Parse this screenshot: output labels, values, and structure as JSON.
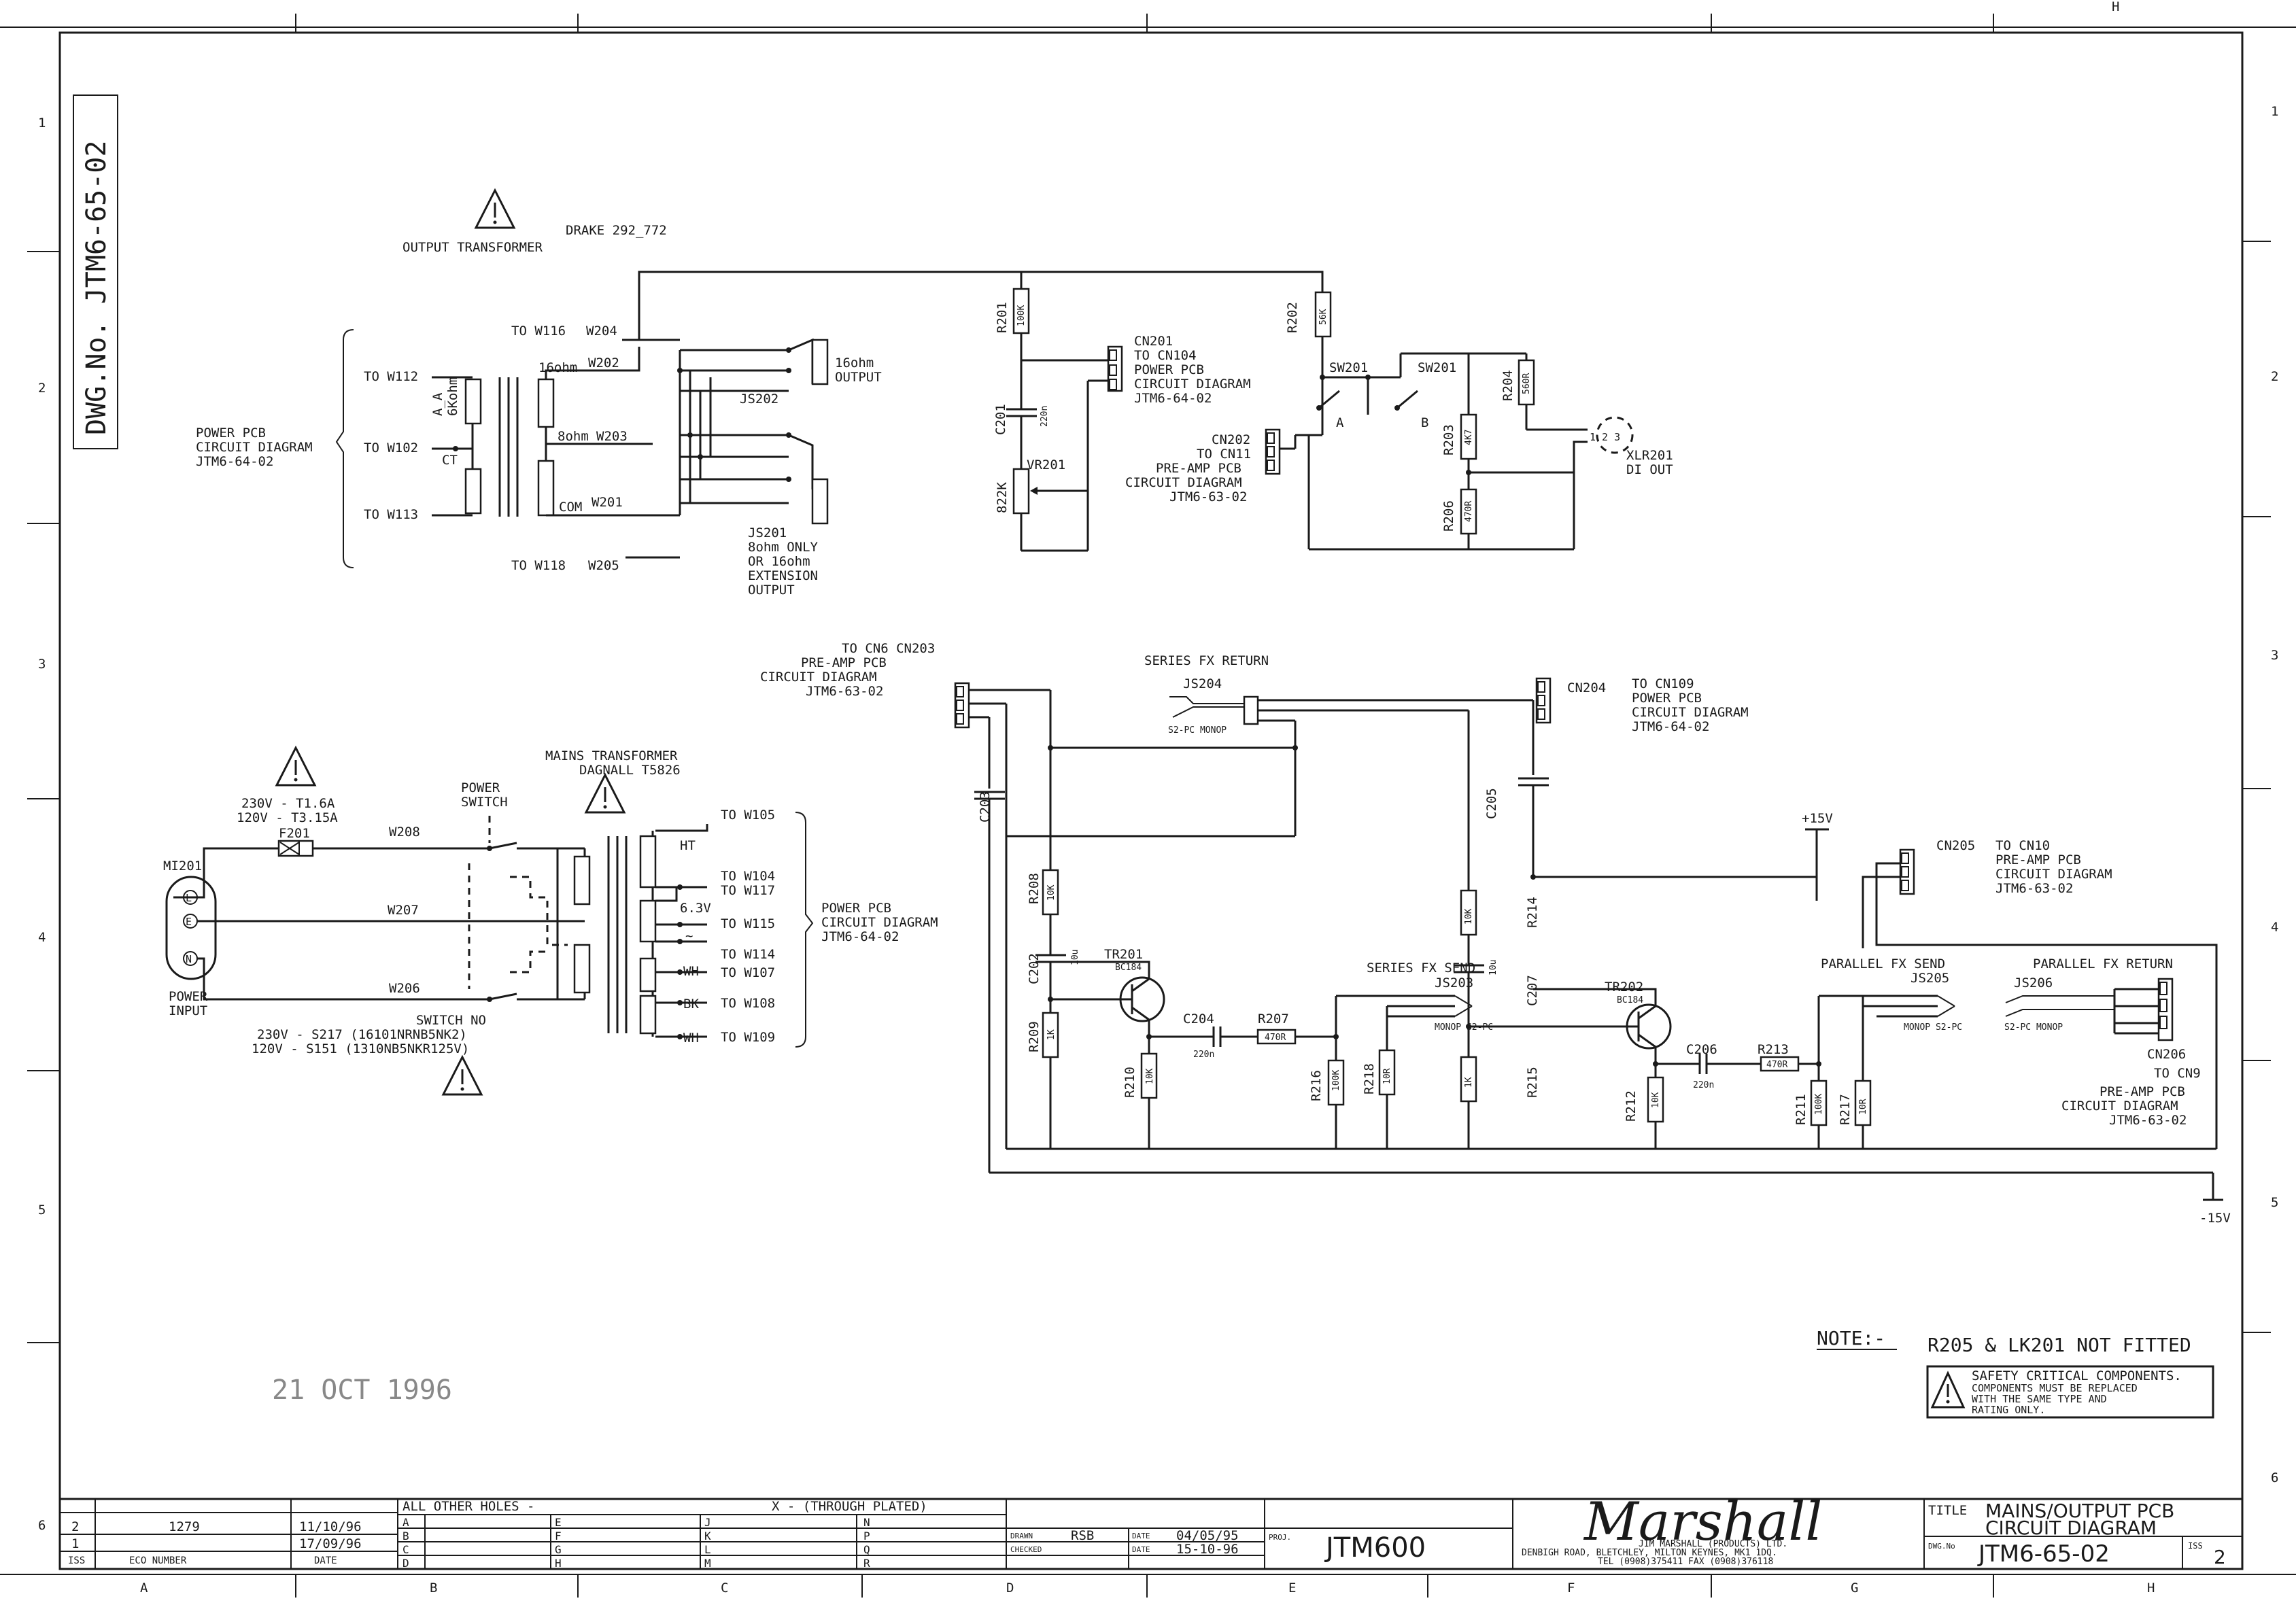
{
  "zone_letters": [
    "A",
    "B",
    "C",
    "D",
    "E",
    "F",
    "G",
    "H"
  ],
  "zone_numbers": [
    "1",
    "2",
    "3",
    "4",
    "5",
    "6"
  ],
  "side_label": "DWG.No. JTM6-65-02",
  "top_section": {
    "output_transformer": "OUTPUT TRANSFORMER",
    "drake": "DRAKE 292_772",
    "to_w112": "TO W112",
    "to_w102": "TO W102",
    "to_w113": "TO W113",
    "to_w116": "TO W116",
    "w204": "W204",
    "to_w118": "TO W118",
    "w205": "W205",
    "ohm16": "16ohm",
    "w202": "W202",
    "ohm8": "8ohm",
    "w203": "W203",
    "com": "COM",
    "w201": "W201",
    "sixk": "6Kohm",
    "aa": "A_A",
    "ct": "CT",
    "power_pcb": [
      "POWER PCB",
      "CIRCUIT DIAGRAM",
      "JTM6-64-02"
    ],
    "js202": "JS202",
    "out16": [
      "16ohm",
      "OUTPUT"
    ],
    "js201": [
      "JS201",
      "8ohm ONLY",
      "OR 16ohm",
      "EXTENSION",
      "OUTPUT"
    ],
    "r201": "R201",
    "r201_val": "100K",
    "c201": "C201",
    "c201_val": "220n",
    "vr201": "VR201",
    "vr201_val": "822K",
    "cn201": [
      "CN201",
      "TO CN104",
      "POWER PCB",
      "CIRCUIT DIAGRAM",
      "JTM6-64-02"
    ],
    "cn202": [
      "CN202",
      "TO CN11",
      "PRE-AMP PCB",
      "CIRCUIT DIAGRAM",
      "JTM6-63-02"
    ],
    "r202": "R202",
    "r202_val": "56K",
    "sw201a": "SW201",
    "sw201b": "SW201",
    "a": "A",
    "b": "B",
    "r204": "R204",
    "r204_val": "560R",
    "r203": "R203",
    "r203_val": "4K7",
    "r206": "R206",
    "r206_val": "470R",
    "xlr_pins": "1 2 3",
    "xlr201": [
      "XLR201",
      "DI OUT"
    ]
  },
  "mains": {
    "fuse": [
      "230V - T1.6A",
      "120V - T3.15A"
    ],
    "f201": "F201",
    "mi201": "MI201",
    "l": "L",
    "e": "E",
    "n": "N",
    "power_input": [
      "POWER",
      "INPUT"
    ],
    "w208": "W208",
    "w207": "W207",
    "w206": "W206",
    "power_switch": [
      "POWER",
      "SWITCH"
    ],
    "switch_no": [
      "SWITCH NO",
      "230V - S217 (16101NRNB5NK2)",
      "120V - S151 (1310NB5NKR125V)"
    ],
    "mains_transformer": [
      "MAINS TRANSFORMER",
      "DAGNALL T5826"
    ],
    "ht": "HT",
    "v63": "6.3V",
    "wh1": "WH",
    "bk": "BK",
    "wh2": "WH",
    "to_w105": "TO W105",
    "to_w104": "TO W104",
    "to_w117": "TO W117",
    "to_w115": "TO W115",
    "to_w114": "TO W114",
    "to_w107": "TO W107",
    "to_w108": "TO W108",
    "to_w109": "TO W109",
    "power_pcb2": [
      "POWER PCB",
      "CIRCUIT DIAGRAM",
      "JTM6-64-02"
    ]
  },
  "fx": {
    "cn203": [
      "TO CN6 CN203",
      "PRE-AMP PCB",
      "CIRCUIT DIAGRAM",
      "JTM6-63-02"
    ],
    "series_return": "SERIES FX RETURN",
    "js204": "JS204",
    "js204_tags": "S2-PC MONOP",
    "cn204": "CN204",
    "cn204_to": [
      "TO CN109",
      "POWER PCB",
      "CIRCUIT DIAGRAM",
      "JTM6-64-02"
    ],
    "c203": "C203",
    "c205": "C205",
    "plus15": "+15V",
    "minus15": "-15V",
    "cn205": "CN205",
    "cn205_to": [
      "TO CN10",
      "PRE-AMP PCB",
      "CIRCUIT DIAGRAM",
      "JTM6-63-02"
    ],
    "r208": "R208",
    "c202": "C202",
    "r209": "R209",
    "tr201": "TR201",
    "tr201_type": "BC184",
    "r210": "R210",
    "c204": "C204",
    "c204_val": "220n",
    "r207": "R207",
    "r207_val": "470R",
    "series_send": "SERIES FX SEND",
    "js203": "JS203",
    "js203_tags": "MONOP S2-PC",
    "r216": "R216",
    "r218": "R218",
    "r214": "R214",
    "c207": "C207",
    "r215": "R215",
    "tr202": "TR202",
    "tr202_type": "BC184",
    "r212": "R212",
    "c206": "C206",
    "c206_val": "220n",
    "r213": "R213",
    "r213_val": "470R",
    "r211": "R211",
    "r217": "R217",
    "parallel_send": "PARALLEL FX SEND",
    "js205": "JS205",
    "js205_tags": "MONOP S2-PC",
    "parallel_return": "PARALLEL FX RETURN",
    "js206": "JS206",
    "js206_tags": "S2-PC MONOP",
    "cn206": [
      "CN206",
      "TO CN9",
      "PRE-AMP PCB",
      "CIRCUIT DIAGRAM",
      "JTM6-63-02"
    ],
    "val_10k": "10K",
    "val_1u": "10u",
    "val_100k": "100K",
    "val_1k": "1K",
    "val_470": "470R",
    "val_10r": "10R"
  },
  "notes": {
    "note_label": "NOTE:-",
    "note_text": "R205 & LK201 NOT FITTED",
    "safety": [
      "SAFETY CRITICAL COMPONENTS.",
      "COMPONENTS MUST BE REPLACED",
      "WITH THE SAME TYPE AND",
      "RATING ONLY."
    ],
    "stamp": "21 OCT 1996"
  },
  "title_block": {
    "holes": "ALL OTHER HOLES -",
    "through": "X - (THROUGH PLATED)",
    "grid_letters": [
      "A",
      "B",
      "C",
      "D",
      "E",
      "F",
      "G",
      "H",
      "J",
      "K",
      "L",
      "M",
      "N",
      "P",
      "Q",
      "R"
    ],
    "iss_rows": [
      {
        "iss": "2",
        "eco": "1279",
        "date": "11/10/96"
      },
      {
        "iss": "1",
        "eco": "",
        "date": "17/09/96"
      }
    ],
    "hdr_iss": "ISS",
    "hdr_eco": "ECO NUMBER",
    "hdr_date": "DATE",
    "drawn_label": "DRAWN",
    "drawn": "RSB",
    "date_label": "DATE",
    "drawn_date": "04/05/95",
    "checked_label": "CHECKED",
    "checked_date": "15-10-96",
    "project_label": "PROJ.",
    "project": "JTM600",
    "brand": "Marshall",
    "company": [
      "JIM MARSHALL (PRODUCTS) LTD.",
      "DENBIGH ROAD, BLETCHLEY, MILTON KEYNES, MK1 1DQ.",
      "TEL (0908)375411 FAX (0908)376118"
    ],
    "title_label": "TITLE",
    "title": [
      "MAINS/OUTPUT PCB",
      "CIRCUIT DIAGRAM"
    ],
    "dwg_label": "DWG.No",
    "dwg": "JTM6-65-02",
    "iss_label": "ISS",
    "iss": "2"
  }
}
